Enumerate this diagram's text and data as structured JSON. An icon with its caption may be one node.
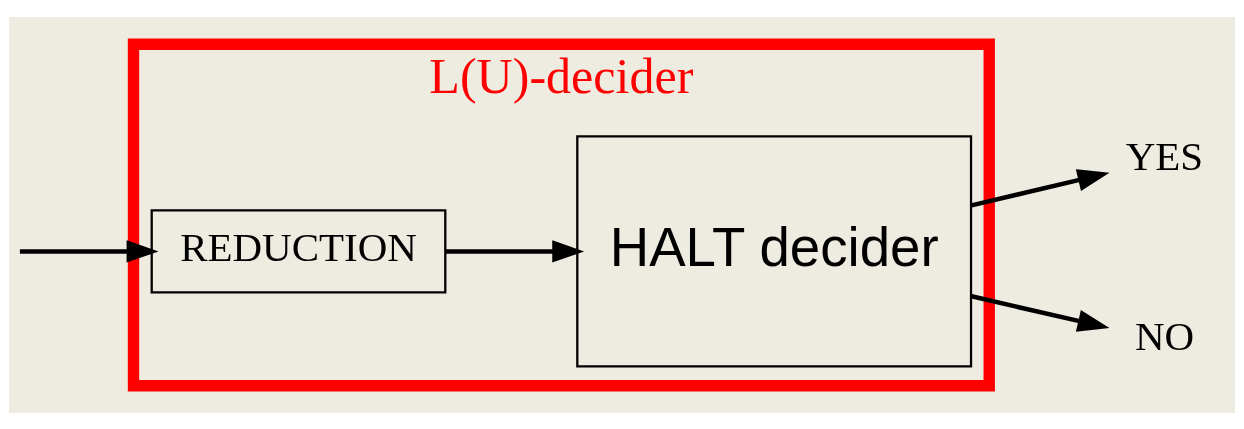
{
  "diagram": {
    "nodes": [
      {
        "text": [
          "L(U)-decider"
        ]
      },
      {
        "text": [
          "REDUCTION"
        ],
        "in": 0
      },
      {
        "text": [
          "HALT decider"
        ],
        "in": 0
      },
      {
        "text": [
          "YES"
        ]
      },
      {
        "text": [
          "NO"
        ]
      }
    ],
    "edges": [
      {
        "from": null,
        "to": 1,
        "arrow": "to"
      },
      {
        "from": 1,
        "to": 2,
        "arrow": "to"
      },
      {
        "from": 2,
        "to": 3,
        "arrow": "to"
      },
      {
        "from": 2,
        "to": 4,
        "arrow": "to"
      }
    ]
  }
}
